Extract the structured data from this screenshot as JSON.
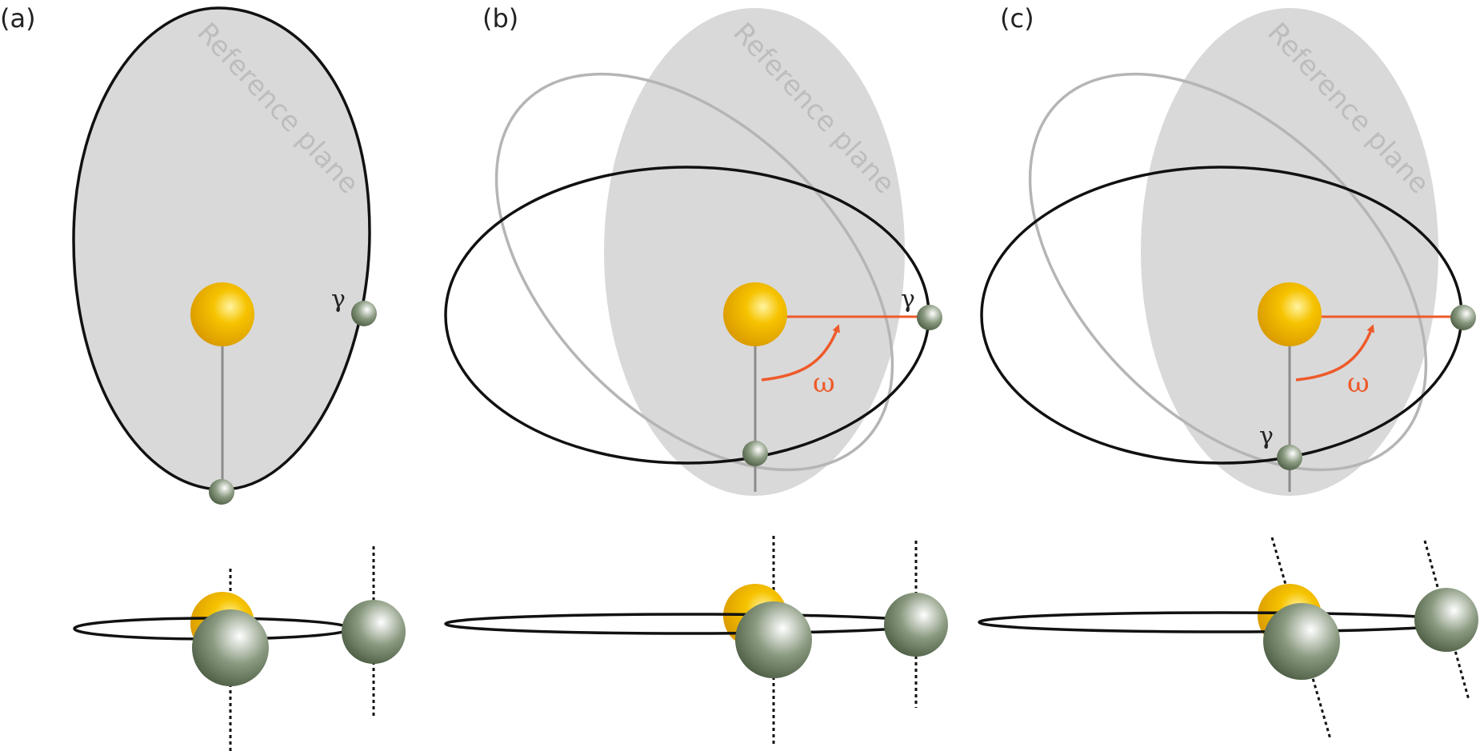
{
  "figure": {
    "panels": [
      {
        "id": "a",
        "label": "(a)",
        "reference_plane": "Reference plane",
        "vernal_marker": "γ",
        "omega_symbol": ""
      },
      {
        "id": "b",
        "label": "(b)",
        "reference_plane": "Reference plane",
        "vernal_marker": "γ",
        "omega_symbol": "ω"
      },
      {
        "id": "c",
        "label": "(c)",
        "reference_plane": "Reference plane",
        "vernal_marker": "γ",
        "omega_symbol": "ω"
      }
    ]
  },
  "colors": {
    "reference_plane": "#d9d9d9",
    "orbit": "#111111",
    "old_orbit": "#b5b5b5",
    "angle_arrow": "#ee5a2a",
    "star_core": "#fff4a0",
    "star_mid": "#f6c300",
    "star_edge": "#d49200",
    "planet_core": "#ffffff",
    "planet_mid": "#8a9a80",
    "planet_edge": "#3c4d34"
  }
}
